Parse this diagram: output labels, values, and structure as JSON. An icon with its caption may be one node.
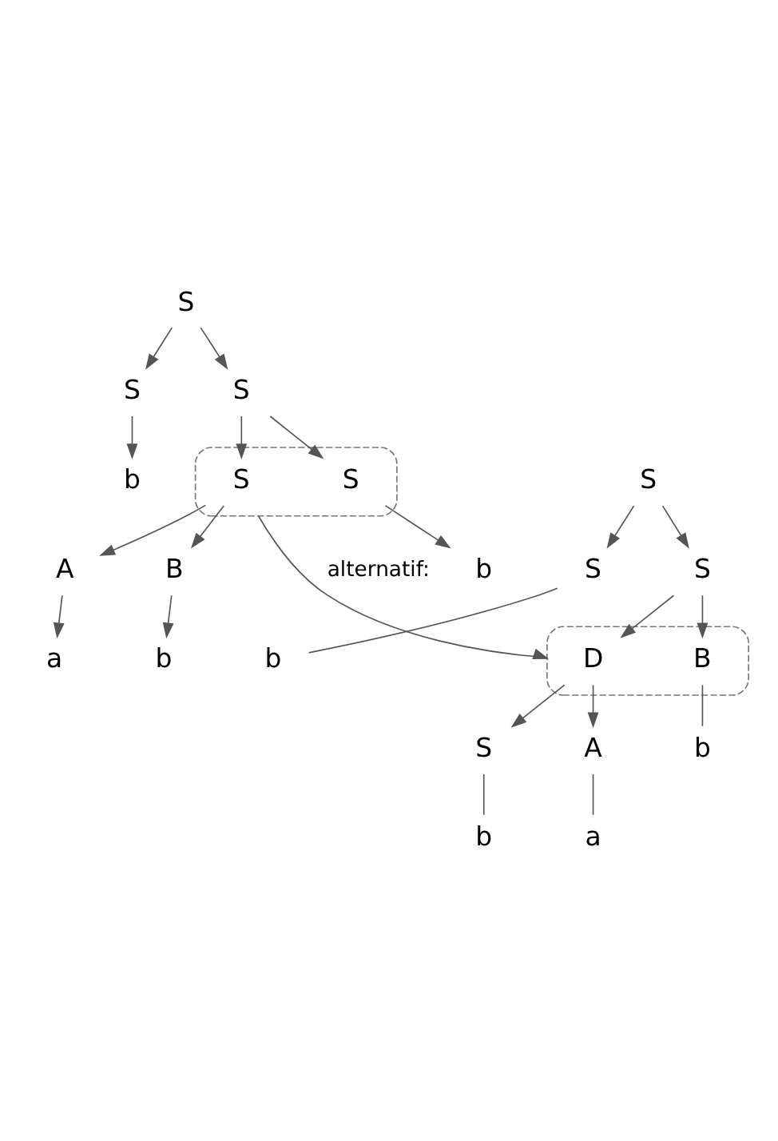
{
  "diagram": {
    "nodes": [
      {
        "text": [
          "S"
        ]
      },
      {
        "text": [
          "S"
        ]
      },
      {
        "text": [
          "S"
        ]
      },
      {
        "text": [
          "b"
        ]
      },
      {
        "text": [],
        "shape": "ellipse"
      },
      {
        "text": [
          "S"
        ],
        "in": 4
      },
      {
        "text": [
          "S"
        ],
        "in": 4
      },
      {
        "text": [
          "b"
        ]
      },
      {
        "text": [
          "B"
        ]
      },
      {
        "text": [
          "A"
        ]
      },
      {
        "text": [
          "b"
        ]
      },
      {
        "text": [
          "a"
        ]
      },
      {
        "text": [
          "S"
        ]
      },
      {
        "text": [
          "S"
        ]
      },
      {
        "text": [
          "S"
        ]
      },
      {
        "text": [
          "b"
        ]
      },
      {
        "text": [],
        "shape": "ellipse"
      },
      {
        "text": [
          "B"
        ],
        "in": 16
      },
      {
        "text": [
          "D"
        ],
        "in": 16
      },
      {
        "text": [
          "b"
        ]
      },
      {
        "text": [
          "S"
        ]
      },
      {
        "text": [
          "A"
        ]
      },
      {
        "text": [
          "b"
        ]
      },
      {
        "text": [
          "a"
        ]
      }
    ],
    "edges": [
      {
        "from": 0,
        "to": 1,
        "arrow": "to"
      },
      {
        "from": 0,
        "to": 2,
        "arrow": "to"
      },
      {
        "from": 1,
        "to": 3,
        "arrow": "to"
      },
      {
        "from": 2,
        "to": 5,
        "arrow": "to"
      },
      {
        "from": 2,
        "to": 6,
        "arrow": "to"
      },
      {
        "from": 5,
        "to": 7,
        "arrow": "to"
      },
      {
        "from": 6,
        "to": 8,
        "arrow": "to"
      },
      {
        "from": 6,
        "to": 9,
        "arrow": "to"
      },
      {
        "from": 8,
        "to": 10,
        "arrow": "to"
      },
      {
        "from": 9,
        "to": 11,
        "arrow": "to"
      },
      {
        "from": 4,
        "to": 16,
        "arrow": "to",
        "label": "alternatif:"
      },
      {
        "from": 12,
        "to": 13,
        "arrow": "to"
      },
      {
        "from": 12,
        "to": 14,
        "arrow": "to"
      },
      {
        "from": 13,
        "to": 15,
        "arrow": "none"
      },
      {
        "from": 14,
        "to": 17,
        "arrow": "to"
      },
      {
        "from": 14,
        "to": 18,
        "arrow": "to"
      },
      {
        "from": 17,
        "to": 19,
        "arrow": "none"
      },
      {
        "from": 18,
        "to": 20,
        "arrow": "to"
      },
      {
        "from": 18,
        "to": 21,
        "arrow": "to"
      },
      {
        "from": 20,
        "to": 22,
        "arrow": "none"
      },
      {
        "from": 21,
        "to": 23,
        "arrow": "none"
      }
    ]
  }
}
